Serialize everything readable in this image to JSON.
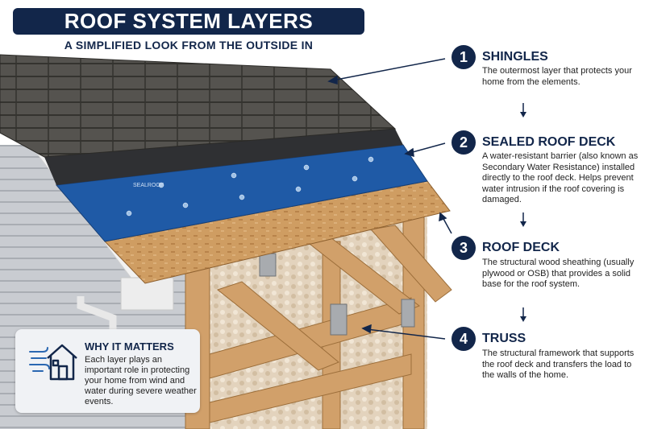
{
  "title": "ROOF SYSTEM LAYERS",
  "subtitle": "A SIMPLIFIED LOOK FROM THE OUTSIDE IN",
  "colors": {
    "navy": "#12264a",
    "shingle": "#4b4a47",
    "deck_blue": "#1f5aa6",
    "wood": "#c9965a",
    "siding": "#c9ccd1"
  },
  "icons": {
    "step_arrow": "arrow-down-icon",
    "card_icon": "house-wind-icon"
  },
  "layers": [
    {
      "number": "1",
      "name": "SHINGLES",
      "description": "The outermost layer that protects your home from the elements."
    },
    {
      "number": "2",
      "name": "SEALED ROOF DECK",
      "description": "A water-resistant barrier (also known as Secondary Water Resistance) installed directly to the roof deck. Helps prevent water intrusion if the roof covering is damaged."
    },
    {
      "number": "3",
      "name": "ROOF DECK",
      "description": "The structural wood sheathing (usually plywood or OSB) that provides a solid base for the roof system."
    },
    {
      "number": "4",
      "name": "TRUSS",
      "description": "The structural framework that supports the roof deck and transfers the load to the walls of the home."
    }
  ],
  "why_it_matters": {
    "heading": "WHY IT MATTERS",
    "body": "Each layer plays an important role in protecting your home from wind and water during severe weather events."
  },
  "membrane_print": "SEALROOF"
}
